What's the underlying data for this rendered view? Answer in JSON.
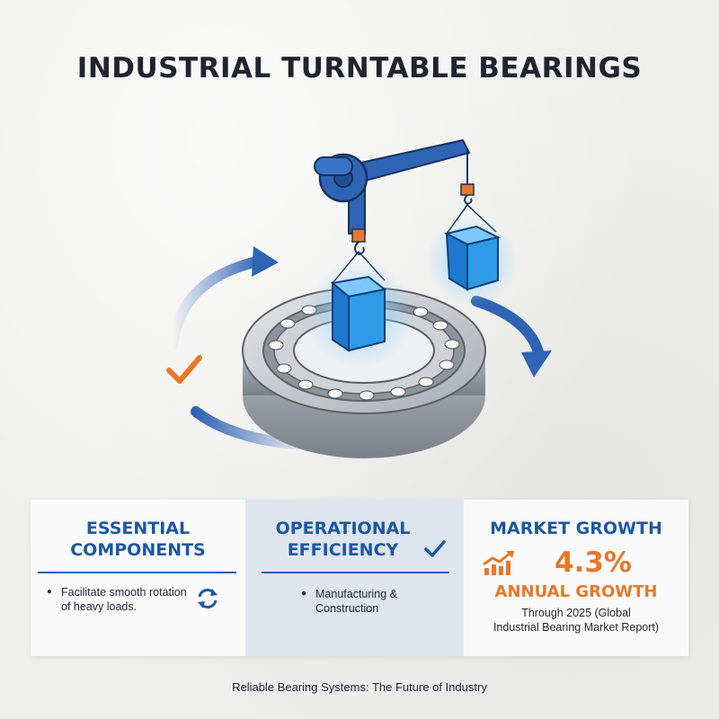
{
  "title": "INDUSTRIAL TURNTABLE BEARINGS",
  "cards": [
    {
      "title": "ESSENTIAL COMPONENTS",
      "bullet": "Facilitate smooth rotation of heavy loads.",
      "icon": "refresh-icon"
    },
    {
      "title": "OPERATIONAL EFFICIENCY",
      "bullet": "Manufacturing & Construction",
      "icon": "check-icon"
    },
    {
      "title": "MARKET GROWTH",
      "value": "4.3%",
      "label": "ANNUAL GROWTH",
      "note_line1": "Through 2025 (Global",
      "note_line2": "Industrial Bearing Market Report)",
      "icon": "trend-up-icon"
    }
  ],
  "footer": "Reliable Bearing Systems: The Future of Industry",
  "colors": {
    "accent_blue": "#1d57a5",
    "accent_orange": "#e8782b",
    "cube_blue": "#2f9be8",
    "crane_blue": "#2f63b4"
  }
}
